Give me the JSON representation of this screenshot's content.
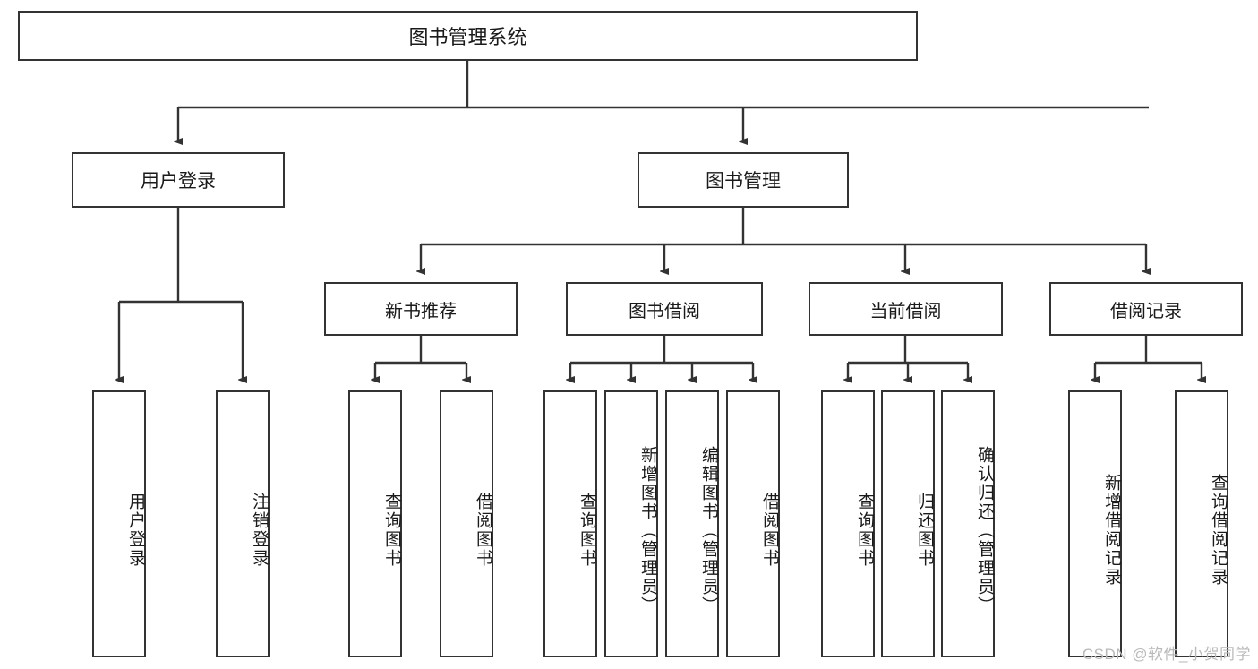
{
  "diagram": {
    "title": "图书管理系统",
    "watermark": "CSDN @软件_小贺同学",
    "colors": {
      "stroke": "#333333",
      "background": "#ffffff",
      "text": "#1a1a1a",
      "watermark": "#b9b9b9"
    },
    "level2": [
      {
        "label": "用户登录"
      },
      {
        "label": "图书管理"
      }
    ],
    "level3": [
      {
        "label": "新书推荐"
      },
      {
        "label": "图书借阅"
      },
      {
        "label": "当前借阅"
      },
      {
        "label": "借阅记录"
      }
    ],
    "leaves": {
      "user_login": [
        {
          "label": "用户登录"
        },
        {
          "label": "注销登录"
        }
      ],
      "new_book_recommend": [
        {
          "label": "查询图书"
        },
        {
          "label": "借阅图书"
        }
      ],
      "book_borrow": [
        {
          "label": "查询图书"
        },
        {
          "label": "新增图书（管理员）"
        },
        {
          "label": "编辑图书（管理员）"
        },
        {
          "label": "借阅图书"
        }
      ],
      "current_borrow": [
        {
          "label": "查询图书"
        },
        {
          "label": "归还图书"
        },
        {
          "label": "确认归还（管理员）"
        }
      ],
      "borrow_record": [
        {
          "label": "新增借阅记录"
        },
        {
          "label": "查询借阅记录"
        }
      ]
    }
  }
}
